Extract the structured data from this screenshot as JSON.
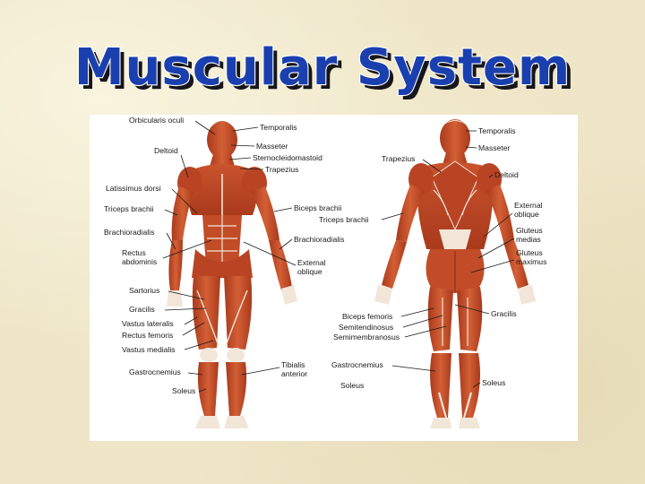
{
  "title": "Muscular System",
  "colors": {
    "title_fill": "#1a3fae",
    "title_outline": "#ffffff",
    "title_shadow": "#15151a",
    "muscle": "#c8512c",
    "muscle_dark": "#9a3318",
    "tendon": "#f2e6d8",
    "background": "#efe6c8"
  },
  "front_labels": {
    "orbicularis_oculi": "Orbicularis oculi",
    "temporalis": "Temporalis",
    "deltoid": "Deltoid",
    "masseter": "Masseter",
    "sternocleidomastoid": "Sternocleidomastoid",
    "trapezius": "Trapezius",
    "latissimus_dorsi": "Latissimus dorsi",
    "triceps_brachii": "Triceps brachii",
    "biceps_brachii": "Biceps brachii",
    "brachioradialis_left": "Brachioradialis",
    "brachioradialis_right": "Brachioradialis",
    "rectus_abdominis_1": "Rectus",
    "rectus_abdominis_2": "abdominis",
    "external_oblique_1": "External",
    "external_oblique_2": "oblique",
    "sartorius": "Sartorius",
    "gracilis": "Gracilis",
    "vastus_lateralis": "Vastus lateralis",
    "rectus_femoris": "Rectus femoris",
    "vastus_medialis": "Vastus medialis",
    "gastrocnemius": "Gastrocnemius",
    "soleus": "Soleus",
    "tibialis_anterior_1": "Tibialis",
    "tibialis_anterior_2": "anterior"
  },
  "back_labels": {
    "temporalis": "Temporalis",
    "masseter": "Masseter",
    "trapezius": "Trapezius",
    "deltoid": "Deltoid",
    "external_oblique_1": "External",
    "external_oblique_2": "oblique",
    "triceps_brachii": "Triceps brachii",
    "gluteus_medius_1": "Gluteus",
    "gluteus_medius_2": "medias",
    "gluteus_maximus_1": "Gluteus",
    "gluteus_maximus_2": "maximus",
    "gracilis": "Gracilis",
    "biceps_femoris": "Biceps femoris",
    "semitendinosus": "Semitendinosus",
    "semimembranosus": "Semimembranosus",
    "gastrocnemius": "Gastrocnemius",
    "soleus_left": "Soleus",
    "soleus_right": "Soleus"
  }
}
